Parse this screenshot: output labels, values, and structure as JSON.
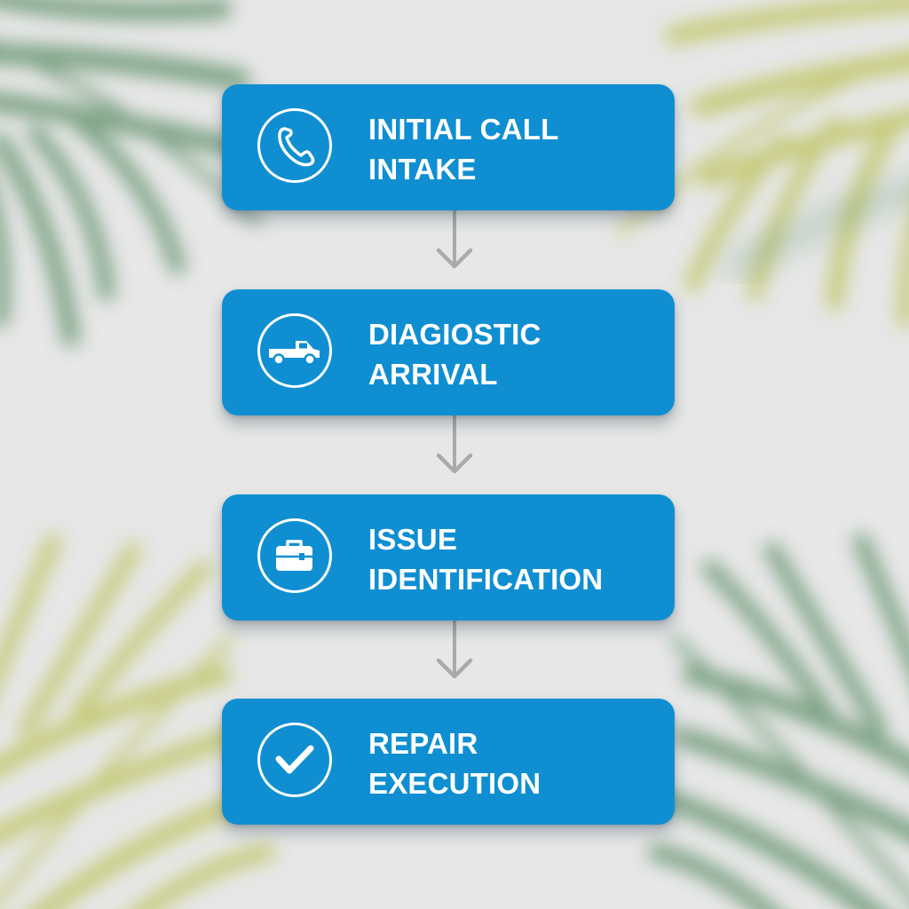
{
  "flow": {
    "steps": [
      {
        "icon": "phone-icon",
        "line1": "INITIAL CALL",
        "line2": "INTAKE"
      },
      {
        "icon": "truck-icon",
        "line1": "DIAGIOSTIC",
        "line2": "ARRIVAL"
      },
      {
        "icon": "toolbox-icon",
        "line1": "ISSUE",
        "line2": "IDENTIFICATION"
      },
      {
        "icon": "checkmark-icon",
        "line1": "REPAIR",
        "line2": "EXECUTION"
      }
    ]
  },
  "colors": {
    "card": "#0f8fd2",
    "icon_and_text": "#ffffff",
    "connector": "#a9abab",
    "background": "#e6e7e6",
    "leaf_green": "#6c9674",
    "leaf_yellow": "#c1c66a"
  }
}
